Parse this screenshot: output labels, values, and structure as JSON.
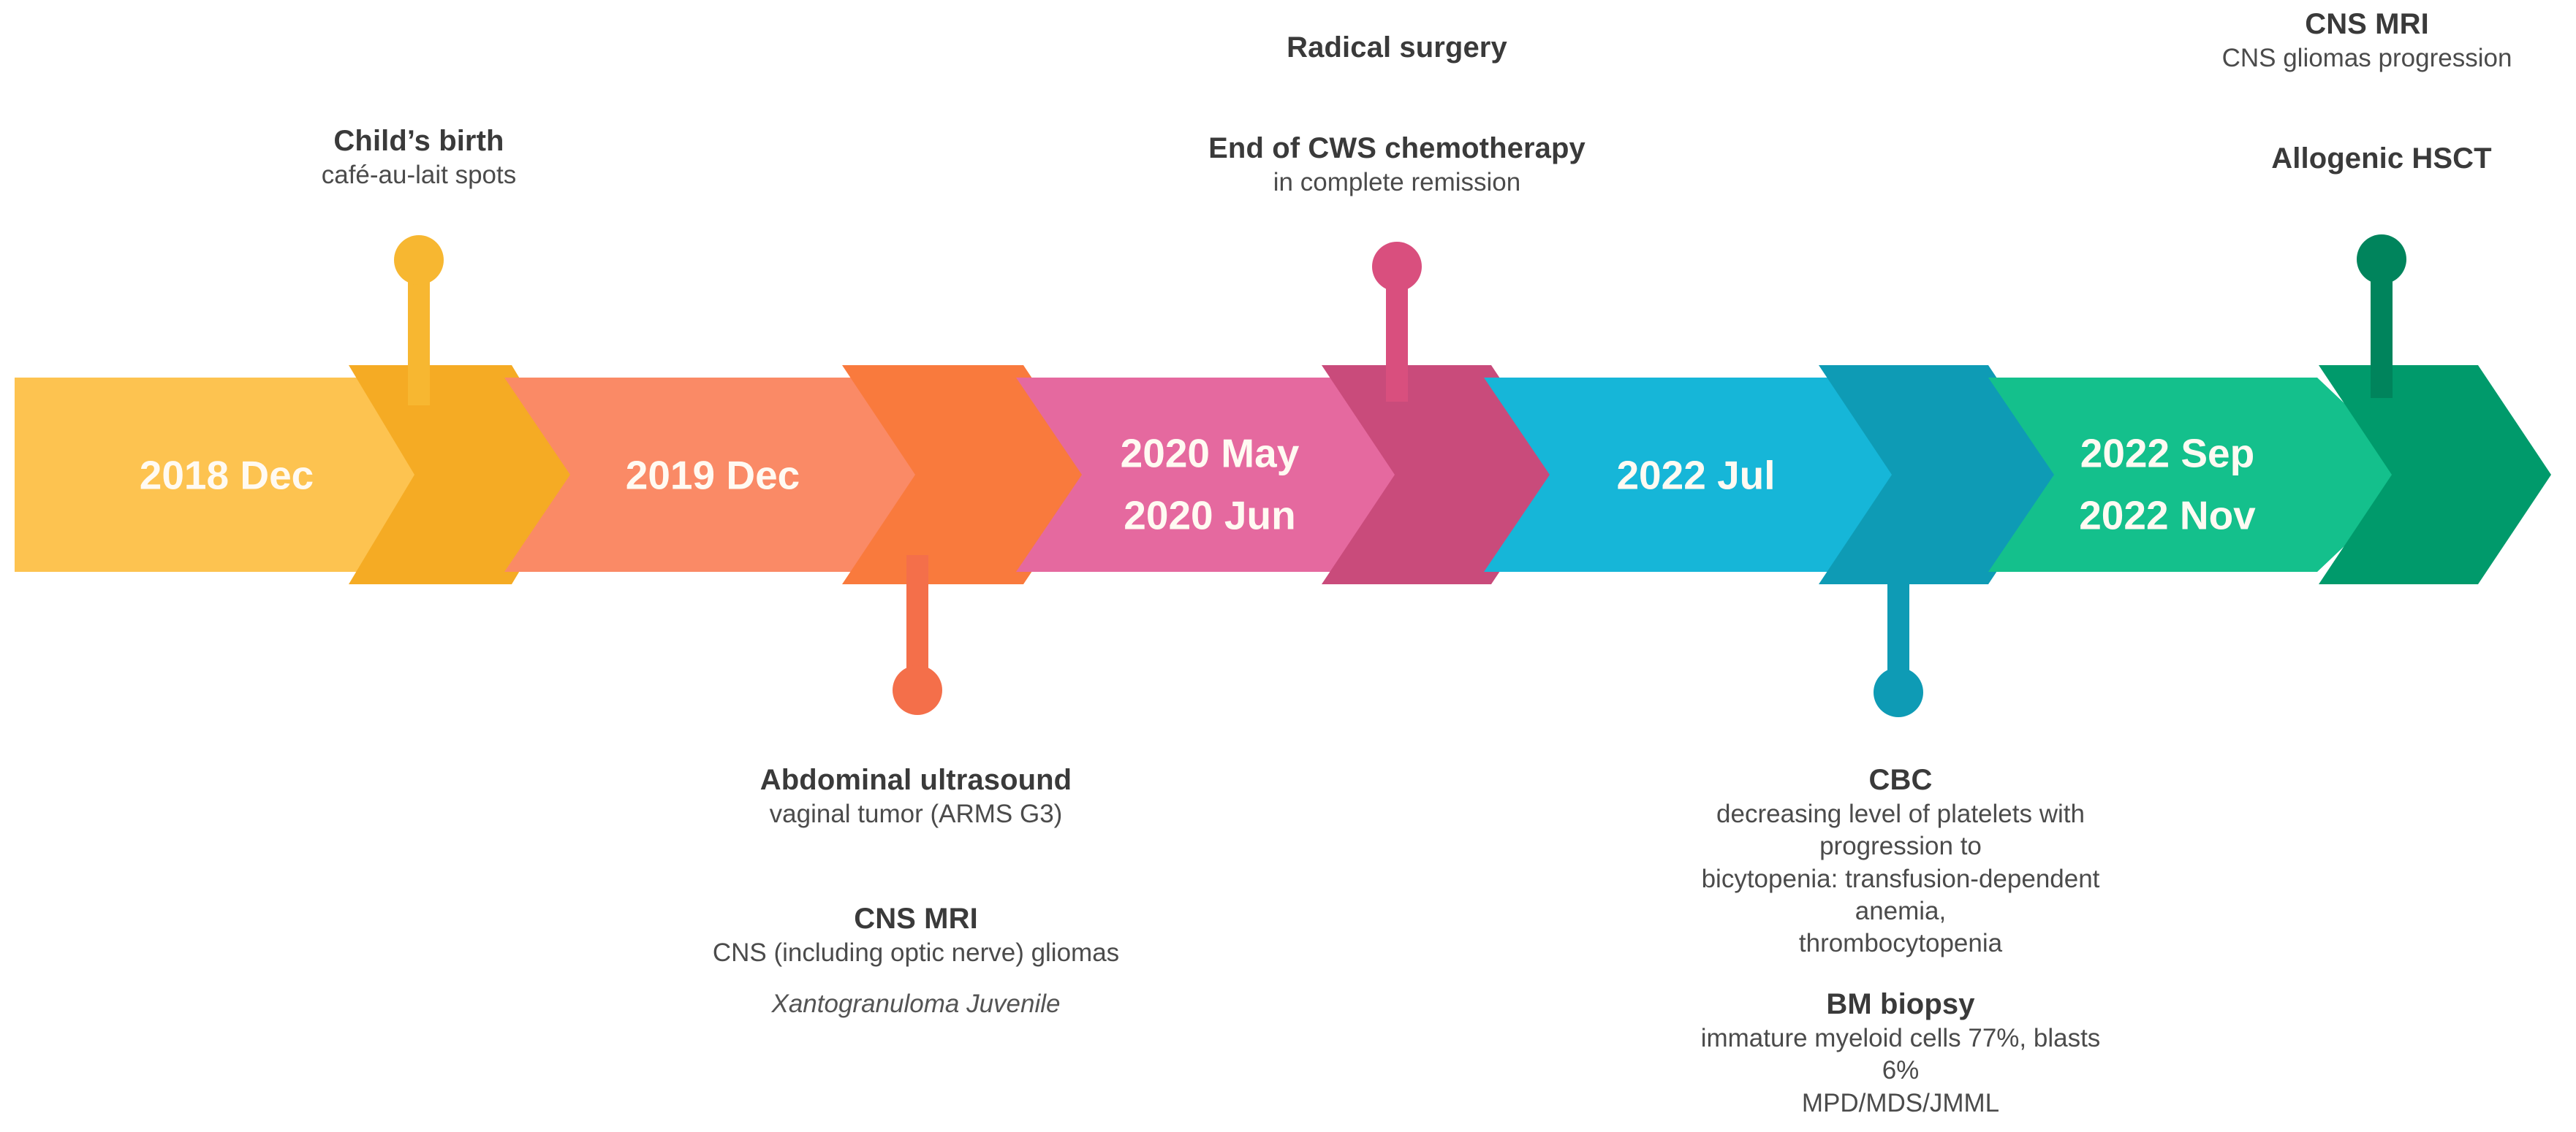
{
  "diagram": {
    "type": "medical-case-timeline",
    "background": "#ffffff"
  },
  "segments": [
    {
      "id": "seg-2018-dec",
      "label": "2018 Dec",
      "label_lines": [
        "2018 Dec"
      ],
      "bar_color": "#fdc350",
      "node_color": "#f5ab24",
      "marker_color": "#f7b731"
    },
    {
      "id": "seg-2019-dec",
      "label": "2019 Dec",
      "label_lines": [
        "2019 Dec"
      ],
      "bar_color": "#fa8a66",
      "node_color": "#f97a3d",
      "marker_color": "#f46f4a"
    },
    {
      "id": "seg-2020-may-jun",
      "label": "2020 May 2020 Jun",
      "label_lines": [
        "2020 May",
        "2020 Jun"
      ],
      "bar_color": "#e5699f",
      "node_color": "#c94b7b",
      "marker_color": "#d94f7e"
    },
    {
      "id": "seg-2022-jul",
      "label": "2022 Jul",
      "label_lines": [
        "2022 Jul"
      ],
      "bar_color": "#16b6d8",
      "node_color": "#0e9bb5",
      "marker_color": "#0e9bb5"
    },
    {
      "id": "seg-2022-sep-nov",
      "label": "2022 Sep 2022 Nov",
      "label_lines": [
        "2022 Sep",
        "2022 Nov"
      ],
      "bar_color": "#14c08c",
      "node_color": "#009a6b",
      "marker_color": "#00845c"
    }
  ],
  "annotations": {
    "childs_birth": {
      "title": "Child’s birth",
      "subtitle": "café-au-lait spots"
    },
    "abdominal_ultrasound": {
      "title": "Abdominal ultrasound",
      "subtitle": "vaginal tumor (ARMS G3)"
    },
    "cns_mri_left": {
      "title": "CNS MRI",
      "subtitle": "CNS (including optic nerve) gliomas",
      "note": "Xantogranuloma Juvenile"
    },
    "radical_surgery": {
      "title": "Radical surgery"
    },
    "end_of_cws": {
      "title": "End of CWS chemotherapy",
      "subtitle": "in complete remission"
    },
    "cbc": {
      "title": "CBC",
      "subtitle_line1": "decreasing level of platelets with progression to",
      "subtitle_line2": "bicytopenia: transfusion-dependent anemia,",
      "subtitle_line3": "thrombocytopenia"
    },
    "bm_biopsy": {
      "title": "BM biopsy",
      "subtitle_line1": "immature myeloid cells 77%, blasts 6%",
      "subtitle_line2": "MPD/MDS/JMML"
    },
    "cns_mri_right": {
      "title": "CNS MRI",
      "subtitle": "CNS gliomas progression"
    },
    "allogenic_hsct": {
      "title": "Allogenic HSCT"
    }
  }
}
